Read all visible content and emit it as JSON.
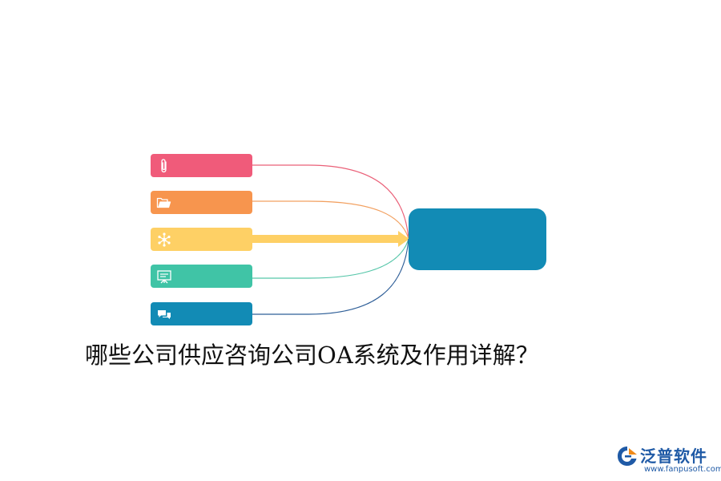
{
  "diagram": {
    "title": "哪些公司供应咨询公司OA系统及作用详解？",
    "center_color": "#128bb5",
    "items": [
      {
        "icon": "paperclip-icon",
        "color": "#f05b7a",
        "line_color": "#ea6078",
        "highlighted": false
      },
      {
        "icon": "folder-open-icon",
        "color": "#f7954e",
        "line_color": "#f2a060",
        "highlighted": false
      },
      {
        "icon": "network-hub-icon",
        "color": "#fed065",
        "line_color": "#fed065",
        "highlighted": true
      },
      {
        "icon": "presentation-board-icon",
        "color": "#40c4a6",
        "line_color": "#56c6a9",
        "highlighted": false
      },
      {
        "icon": "chat-bubbles-icon",
        "color": "#128bb5",
        "line_color": "#2f5f98",
        "highlighted": false
      }
    ]
  },
  "logo": {
    "name": "泛普软件",
    "url": "www.fanpusoft.com",
    "colors": {
      "primary": "#1f5aa6",
      "accent": "#f08a1a"
    }
  }
}
